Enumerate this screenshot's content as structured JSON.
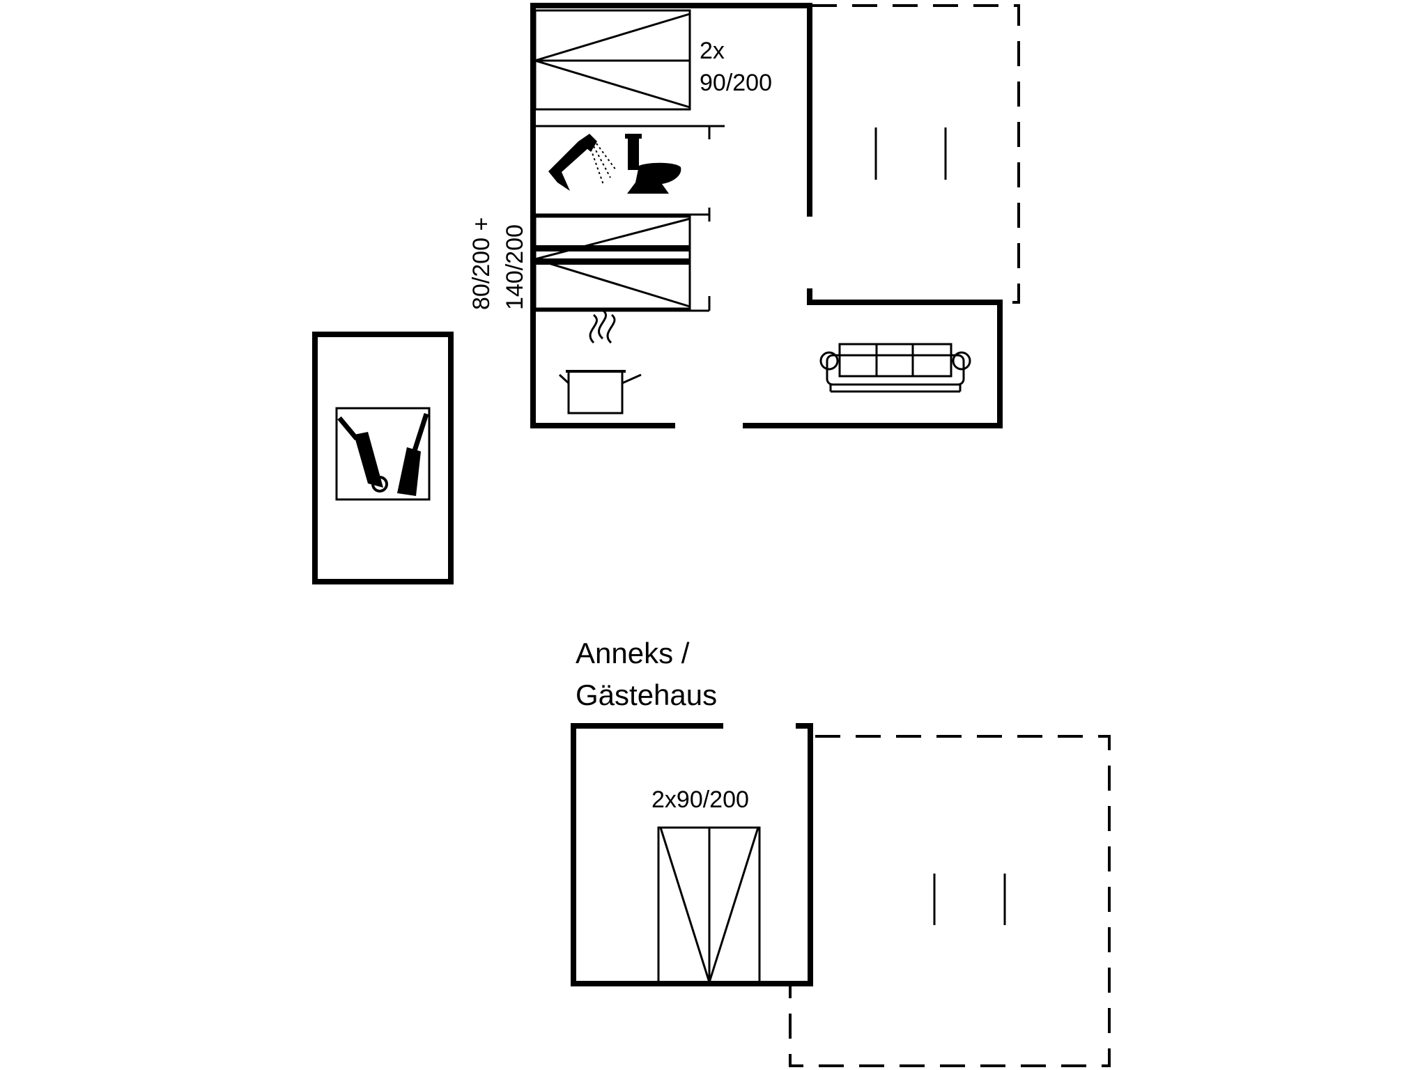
{
  "main_house": {
    "bedroom_1_beds": [
      "2x",
      "90/200"
    ],
    "bedroom_2_beds": [
      "80/200 +",
      "140/200"
    ]
  },
  "annex": {
    "title": [
      "Anneks /",
      "Gästehaus"
    ],
    "beds": "2x90/200"
  },
  "icons": [
    "shower-icon",
    "toilet-icon",
    "cooking-pot-icon",
    "sofa-icon",
    "utility-tools-icon",
    "bed-icon"
  ],
  "colors": {
    "lines": "#000000",
    "background": "#ffffff"
  }
}
